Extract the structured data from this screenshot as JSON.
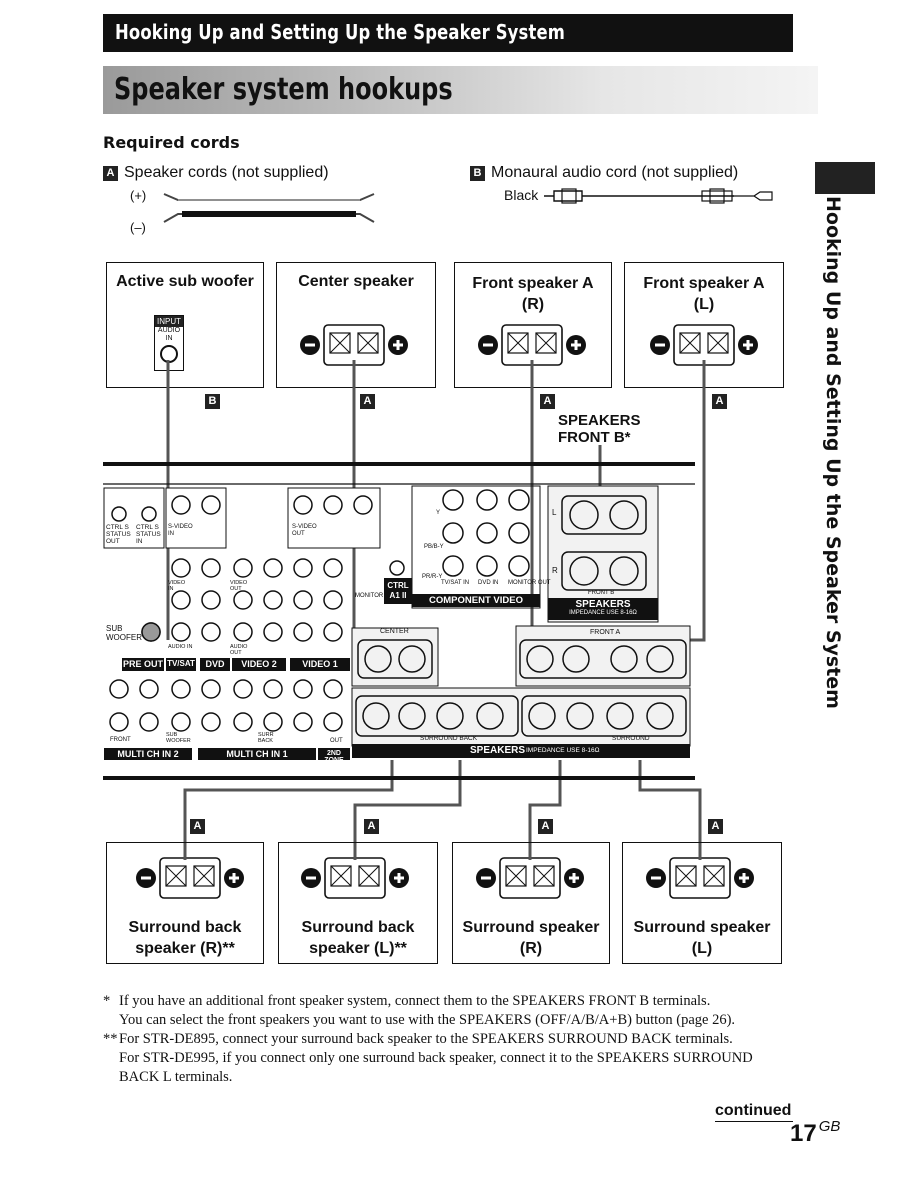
{
  "header": {
    "section_title": "Hooking Up and Setting Up the Speaker System",
    "page_title": "Speaker system hookups",
    "side_tab": "Hooking Up and Setting Up the Speaker System"
  },
  "cords": {
    "heading": "Required cords",
    "a": {
      "letter": "A",
      "label": "Speaker cords (not supplied)",
      "plus": "(+)",
      "minus": "(–)"
    },
    "b": {
      "letter": "B",
      "label": "Monaural audio cord (not supplied)",
      "color_label": "Black"
    }
  },
  "top_speakers": [
    {
      "name": "Active sub woofer",
      "input_label": "INPUT",
      "audio_label": "AUDIO",
      "in_label": "IN",
      "tag": "B"
    },
    {
      "name": "Center speaker",
      "tag": "A"
    },
    {
      "name_line1": "Front speaker A",
      "name_line2": "(R)",
      "tag": "A"
    },
    {
      "name_line1": "Front speaker A",
      "name_line2": "(L)",
      "tag": "A"
    }
  ],
  "speakers_front_b": {
    "line1": "SPEAKERS",
    "line2": "FRONT B*"
  },
  "receiver": {
    "pre_out": "PRE OUT",
    "tv_sat": "TV/SAT",
    "dvd": "DVD",
    "video2": "VIDEO 2",
    "video1": "VIDEO 1",
    "ctrl": "CTRL A1 II",
    "component_video": "COMPONENT VIDEO",
    "speakers": "SPEAKERS",
    "impedance": "IMPEDANCE USE 8-16Ω",
    "multi2": "MULTI CH IN 2",
    "multi1": "MULTI CH IN 1",
    "zone2": "2ND ZONE",
    "speakers_bottom": "SPEAKERS",
    "impedance_bottom": "IMPEDANCE USE 8-16Ω",
    "front_a": "FRONT A",
    "front_b": "FRONT B",
    "center": "CENTER",
    "surround_back": "SURROUND BACK",
    "surround": "SURROUND",
    "sub_woofer": "SUB WOOFER",
    "ctrl_s_out": "CTRL S STATUS OUT",
    "ctrl_s_in": "CTRL S STATUS IN",
    "svideo_in": "S-VIDEO IN",
    "svideo_out": "S-VIDEO OUT",
    "video_in": "VIDEO IN",
    "video_out": "VIDEO OUT",
    "audio_in": "AUDIO IN",
    "audio_out": "AUDIO OUT",
    "monitor": "MONITOR",
    "y": "Y",
    "pb": "PB/B-Y",
    "pr": "PR/R-Y",
    "tvsat_in": "TV/SAT IN",
    "dvd_in": "DVD IN",
    "monitor_out": "MONITOR OUT",
    "front": "FRONT",
    "sub_woofer_small": "SUB WOOFER",
    "surr_back": "SURR BACK",
    "out": "OUT",
    "l": "L",
    "r": "R"
  },
  "bottom_speakers": [
    {
      "line1": "Surround back",
      "line2": "speaker (R)**",
      "tag": "A"
    },
    {
      "line1": "Surround back",
      "line2": "speaker (L)**",
      "tag": "A"
    },
    {
      "line1": "Surround speaker",
      "line2": "(R)",
      "tag": "A"
    },
    {
      "line1": "Surround speaker",
      "line2": "(L)",
      "tag": "A"
    }
  ],
  "footnotes": {
    "n1_mark": "*",
    "n1_line1": "If you have an additional front speaker system, connect them to the SPEAKERS FRONT B terminals.",
    "n1_line2": "You can select the front speakers you want to use with the SPEAKERS (OFF/A/B/A+B) button (page 26).",
    "n2_mark": "**",
    "n2_line1": "For STR-DE895, connect your surround back speaker to the SPEAKERS SURROUND BACK terminals.",
    "n2_line2": "For STR-DE995, if you connect only one surround back speaker, connect it to the SPEAKERS SURROUND",
    "n2_line3": "BACK L terminals."
  },
  "footer": {
    "continued": "continued",
    "page": "17",
    "suffix": "GB"
  }
}
